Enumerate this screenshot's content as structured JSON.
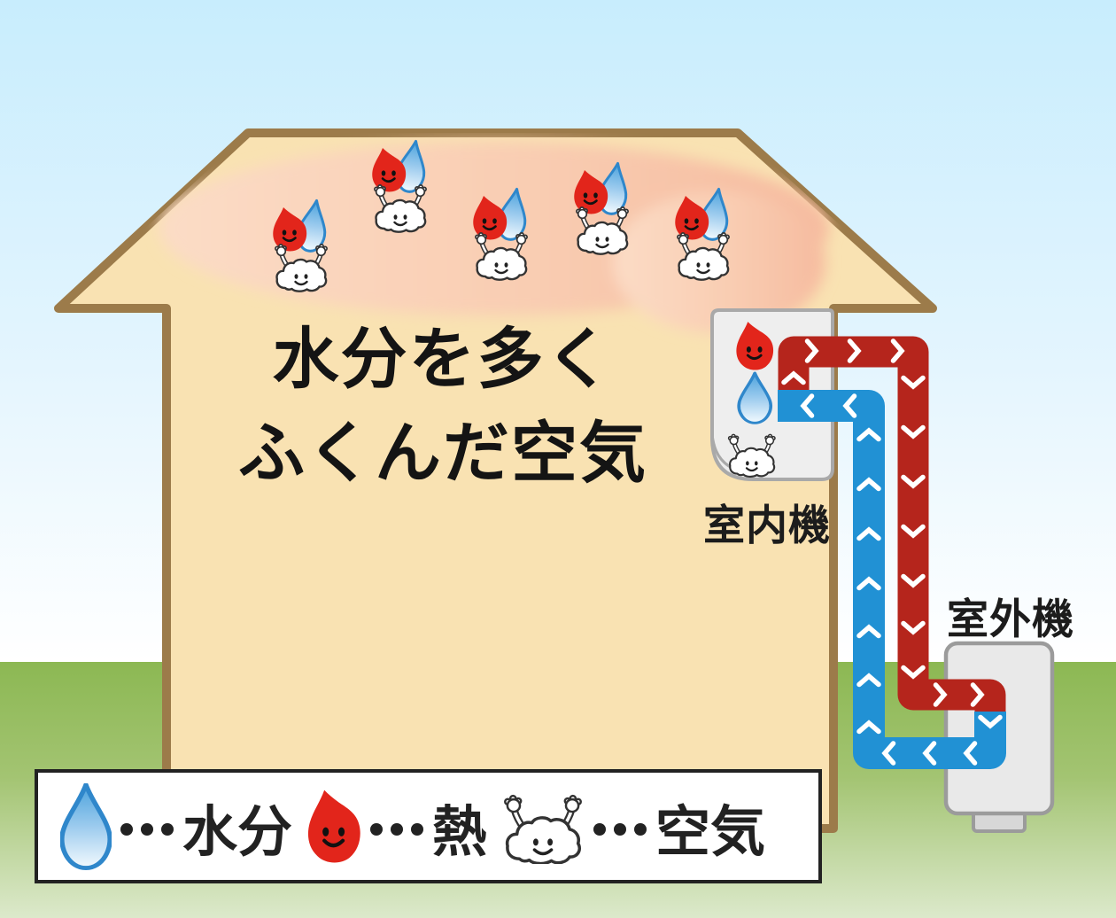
{
  "diagram": {
    "title": {
      "line1": "水分を多く",
      "line2": "ふくんだ空気"
    },
    "labels": {
      "indoor_unit": "室内機",
      "outdoor_unit": "室外機"
    },
    "legend": {
      "separator": "・・・",
      "items": [
        {
          "icon": "water-drop-icon",
          "label": "水分"
        },
        {
          "icon": "heat-drop-icon",
          "label": "熱"
        },
        {
          "icon": "air-cloud-icon",
          "label": "空気"
        }
      ]
    },
    "icons": {
      "humid_air_group": "cloud-carrying-heat-and-moisture-icon",
      "count_of_groups": 5
    },
    "colors": {
      "sky_top": "#c8edfd",
      "grass_top": "#8cb853",
      "grass_bottom": "#dce9cb",
      "house_fill": "#f9e2b2",
      "house_outline": "#9c7b4a",
      "humid_air_glow": "#f8c8ad",
      "hot_pipe": "#b5251c",
      "cold_pipe": "#2191d4",
      "heat_drop": "#e2251b",
      "water_drop_outline": "#2f87cb",
      "unit_fill": "#ededed",
      "unit_outline": "#a9a9a9"
    }
  }
}
